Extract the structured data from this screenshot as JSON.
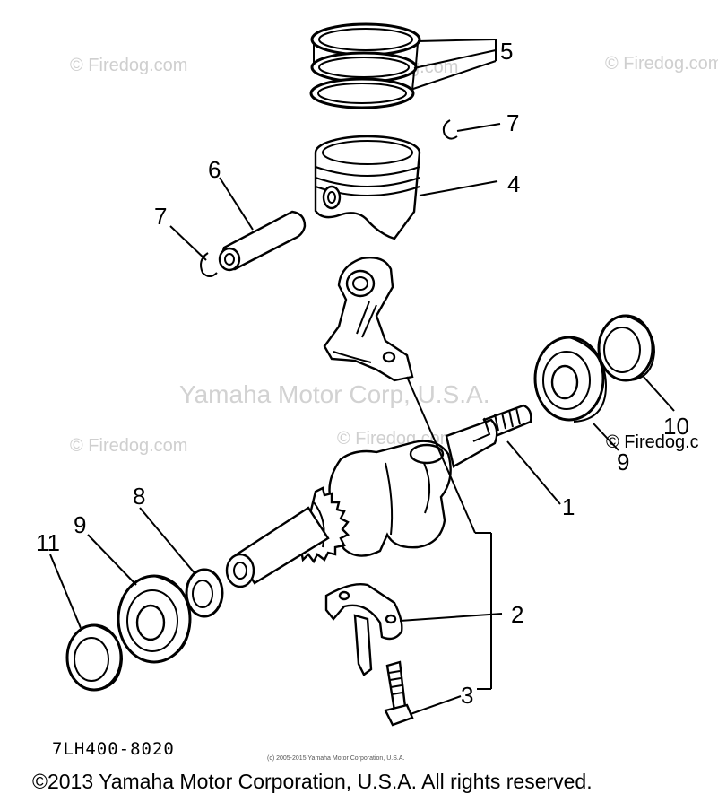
{
  "watermarks": {
    "site": "© Firedog.com",
    "site_partial": "© Firedog.c",
    "corp": "Yamaha Motor Corp, U.S.A."
  },
  "callouts": {
    "c1": "1",
    "c2": "2",
    "c3": "3",
    "c4": "4",
    "c5": "5",
    "c6": "6",
    "c7a": "7",
    "c7b": "7",
    "c8": "8",
    "c9a": "9",
    "c9b": "9",
    "c10": "10",
    "c11": "11"
  },
  "diagram_code": "7LH400-8020",
  "small_copyright": "(c) 2005-2015 Yamaha Motor Corporation, U.S.A.",
  "footer": "©2013 Yamaha Motor Corporation, U.S.A. All rights reserved."
}
